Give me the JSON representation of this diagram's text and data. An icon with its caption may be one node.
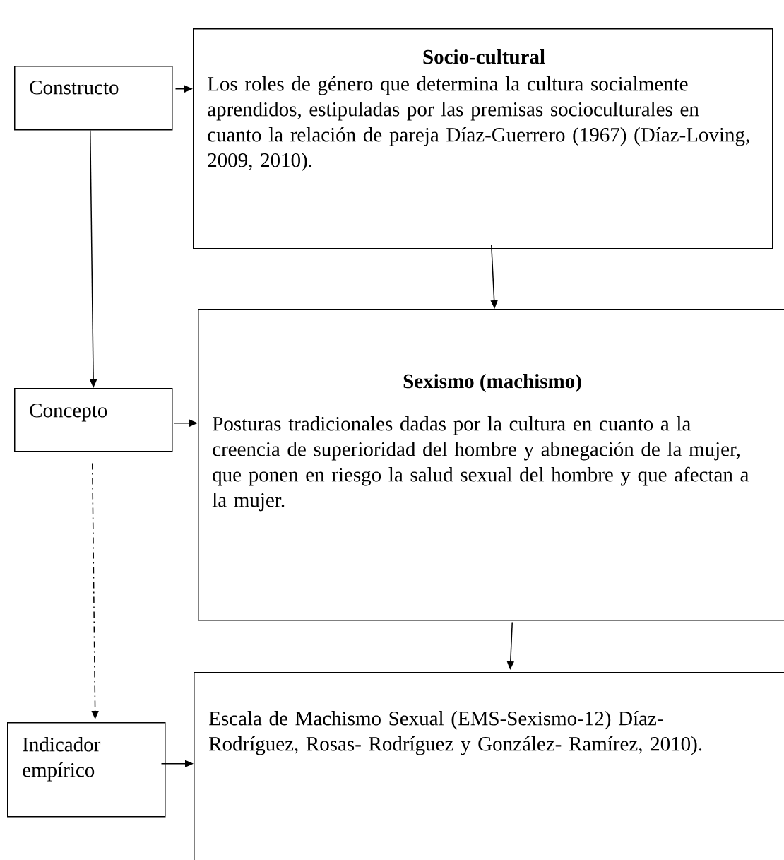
{
  "diagram": {
    "nodes": [
      {
        "text": [
          "Constructo"
        ]
      },
      {
        "text": [
          "Socio-cultural",
          "Los roles de género que determina la cultura socialmente aprendidos, estipuladas por las premisas socioculturales en cuanto la relación de pareja Díaz-Guerrero (1967) (Díaz-Loving, 2009, 2010)."
        ]
      },
      {
        "text": [
          "Concepto"
        ]
      },
      {
        "text": [
          "Sexismo (machismo)",
          "Posturas tradicionales dadas por la cultura en cuanto a la creencia de superioridad del hombre y abnegación de la mujer, que ponen en riesgo la salud sexual del hombre y que afectan a la mujer."
        ]
      },
      {
        "text": [
          "Indicador empírico"
        ]
      },
      {
        "text": [
          "Escala de Machismo Sexual (EMS-Sexismo-12) Díaz-Rodríguez, Rosas- Rodríguez y González- Ramírez, 2010)."
        ]
      }
    ],
    "edges": [
      {
        "from": 0,
        "to": 1,
        "arrow": "to"
      },
      {
        "from": 0,
        "to": 2,
        "arrow": "to"
      },
      {
        "from": 1,
        "to": 3,
        "arrow": "to"
      },
      {
        "from": 2,
        "to": 3,
        "arrow": "to"
      },
      {
        "from": 2,
        "to": 4,
        "arrow": "to",
        "style": "dashed"
      },
      {
        "from": 3,
        "to": 5,
        "arrow": "to"
      },
      {
        "from": 4,
        "to": 5,
        "arrow": "to"
      }
    ]
  }
}
